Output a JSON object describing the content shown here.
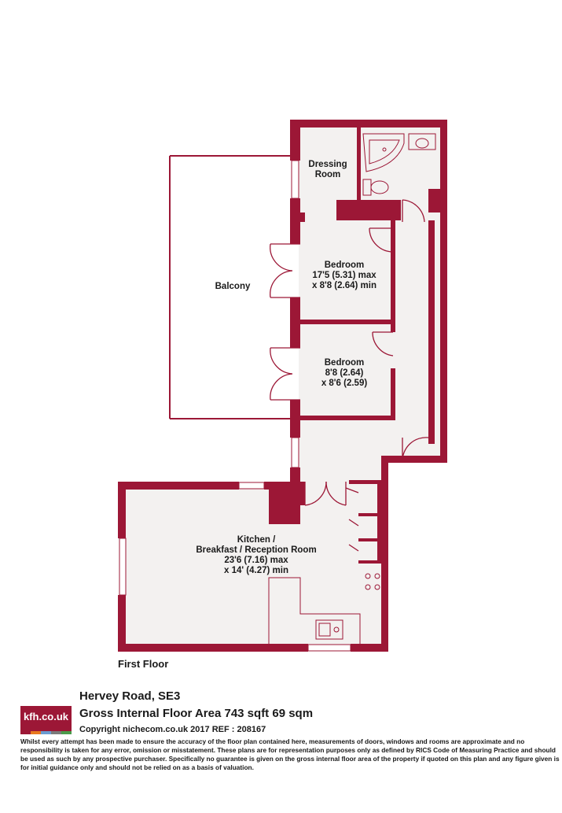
{
  "plan": {
    "floor": "First Floor",
    "rooms": [
      {
        "name": "Dressing",
        "name2": "Room",
        "dims": []
      },
      {
        "name": "Bedroom",
        "dims": [
          "17'5 (5.31) max",
          "x 8'8 (2.64) min"
        ]
      },
      {
        "name": "Bedroom",
        "dims": [
          "8'8 (2.64)",
          "x 8'6 (2.59)"
        ]
      },
      {
        "name": "Balcony",
        "dims": []
      },
      {
        "name": "Kitchen /",
        "name2": "Breakfast / Reception Room",
        "dims": [
          "23'6 (7.16) max",
          "x 14' (4.27) min"
        ]
      }
    ]
  },
  "footer": {
    "logo_text": "kfh.co.uk",
    "address": "Hervey Road, SE3",
    "area": "Gross Internal Floor Area 743 sqft 69 sqm",
    "copyright": "Copyright nichecom.co.uk 2017 REF : 208167",
    "disclaimer": "Whilst every attempt has been made to ensure the accuracy of the floor plan contained here, measurements of doors, windows and rooms are approximate and no responsibility is taken for any error, omission or misstatement.  These plans are for representation purposes only as defined by RICS Code of Measuring Practice and should be used as such by any prospective purchaser.  Specifically no guarantee is given on the gross internal floor area of the property if quoted on this plan and any figure given is for initial guidance only and should not be relied on as a basis of valuation."
  },
  "colors": {
    "wall": "#9c1736",
    "floor": "#f3f1f0",
    "line": "#9c1736",
    "logo_bar": [
      "#9c1736",
      "#e8781e",
      "#6a9bd1",
      "#7a7a7a",
      "#4b9b4b"
    ]
  }
}
